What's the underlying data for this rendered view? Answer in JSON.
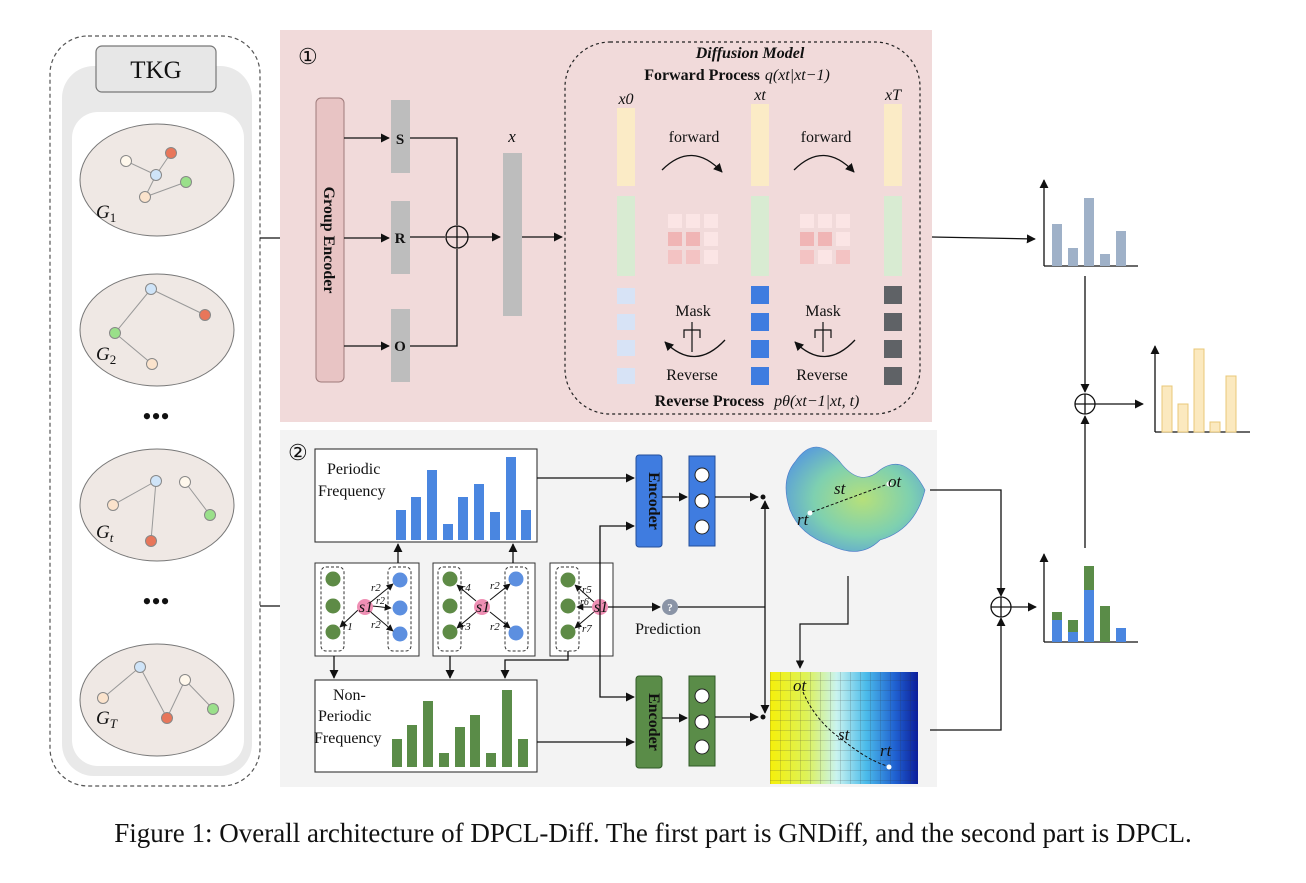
{
  "caption": "Figure 1: Overall architecture of DPCL-Diff. The first part is GNDiff, and the second part is DPCL.",
  "tkg": {
    "title": "TKG",
    "graphs": [
      {
        "sym": "G",
        "sub": "1"
      },
      {
        "sym": "G",
        "sub": "2"
      },
      {
        "sym": "G",
        "sub": "t"
      },
      {
        "sym": "G",
        "sub": "T"
      }
    ],
    "ellipsis": "•••"
  },
  "gndiff": {
    "marker": "①",
    "group_encoder": "Group Encoder",
    "s_label": "S",
    "r_label": "R",
    "o_label": "O",
    "x_label": "x",
    "diffusion": {
      "title": "Diffusion Model",
      "forward_title": "Forward Process",
      "forward_formula": "q(xt|xt−1)",
      "reverse_title": "Reverse Process",
      "reverse_formula": "pθ(xt−1|xt, t)",
      "x0": "x0",
      "xt": "xt",
      "xT": "xT",
      "forward": "forward",
      "mask": "Mask",
      "reverse": "Reverse"
    }
  },
  "dpcl": {
    "marker": "②",
    "periodic": [
      "Periodic",
      "Frequency"
    ],
    "non_periodic": [
      "Non-",
      "Periodic",
      "Frequency"
    ],
    "encoder": "Encoder",
    "prediction": "Prediction",
    "question": "?",
    "subject": "s1",
    "rel_labels": [
      "r2",
      "r2",
      "r2",
      "r1",
      "r4",
      "r2",
      "r3",
      "r2",
      "r5",
      "r6",
      "r7"
    ],
    "surface_labels": {
      "s": "st",
      "o": "ot",
      "r": "rt"
    }
  },
  "colors": {
    "gndiff_bg": "#f1dada",
    "dpcl_bg": "#f3f3f3",
    "group_encoder": "#e8c4c4",
    "gray_block": "#bdbdbd",
    "yellow": "#fbebc6",
    "green_light": "#d8ebd2",
    "blue_light": "#d7e3f6",
    "blue": "#3f7ce0",
    "dark_gray": "#5f6266",
    "bar_blue": "#4a86e0",
    "bar_green": "#5a8c48",
    "bar_slate": "#9fb1c8",
    "bar_yellow": "#fbe9bf",
    "node_pink": "#ef8fb4",
    "node_green": "#5e8b46",
    "node_blue": "#5c8fe0"
  }
}
